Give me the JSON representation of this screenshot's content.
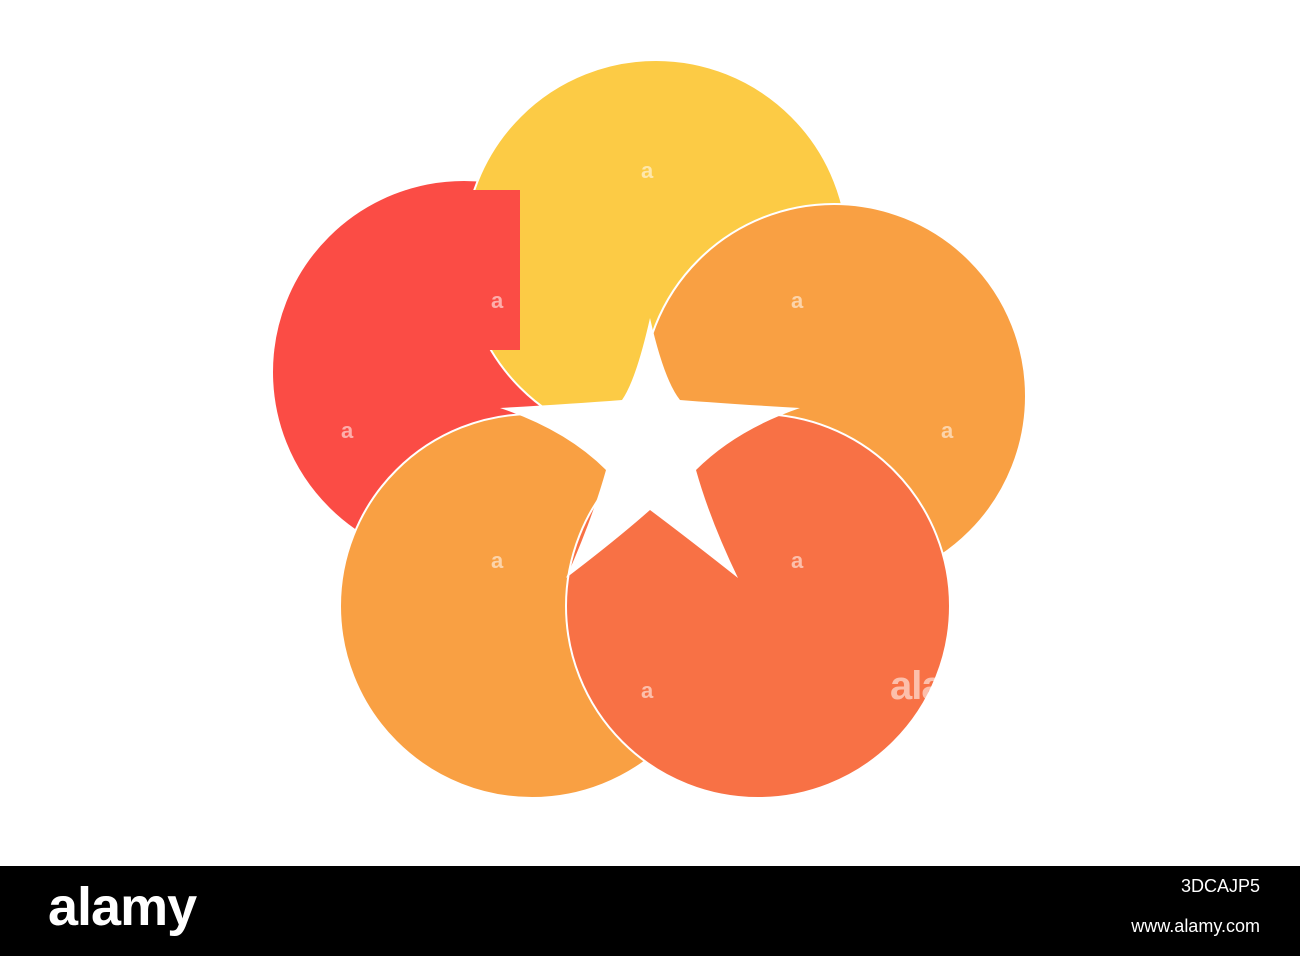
{
  "colors": {
    "petal_top": "#FCCB45",
    "petal_right": "#F9A043",
    "petal_bottom_right": "#F87145",
    "petal_bottom_left": "#F9A043",
    "petal_left": "#FB4C45",
    "outline": "#ffffff",
    "background": "#ffffff",
    "footer_background": "#000000",
    "footer_text": "#ffffff"
  },
  "watermark": {
    "small_mark": "a",
    "large_mark": "ala"
  },
  "footer": {
    "brand": "alamy",
    "image_id": "3DCAJP5",
    "url": "www.alamy.com"
  }
}
